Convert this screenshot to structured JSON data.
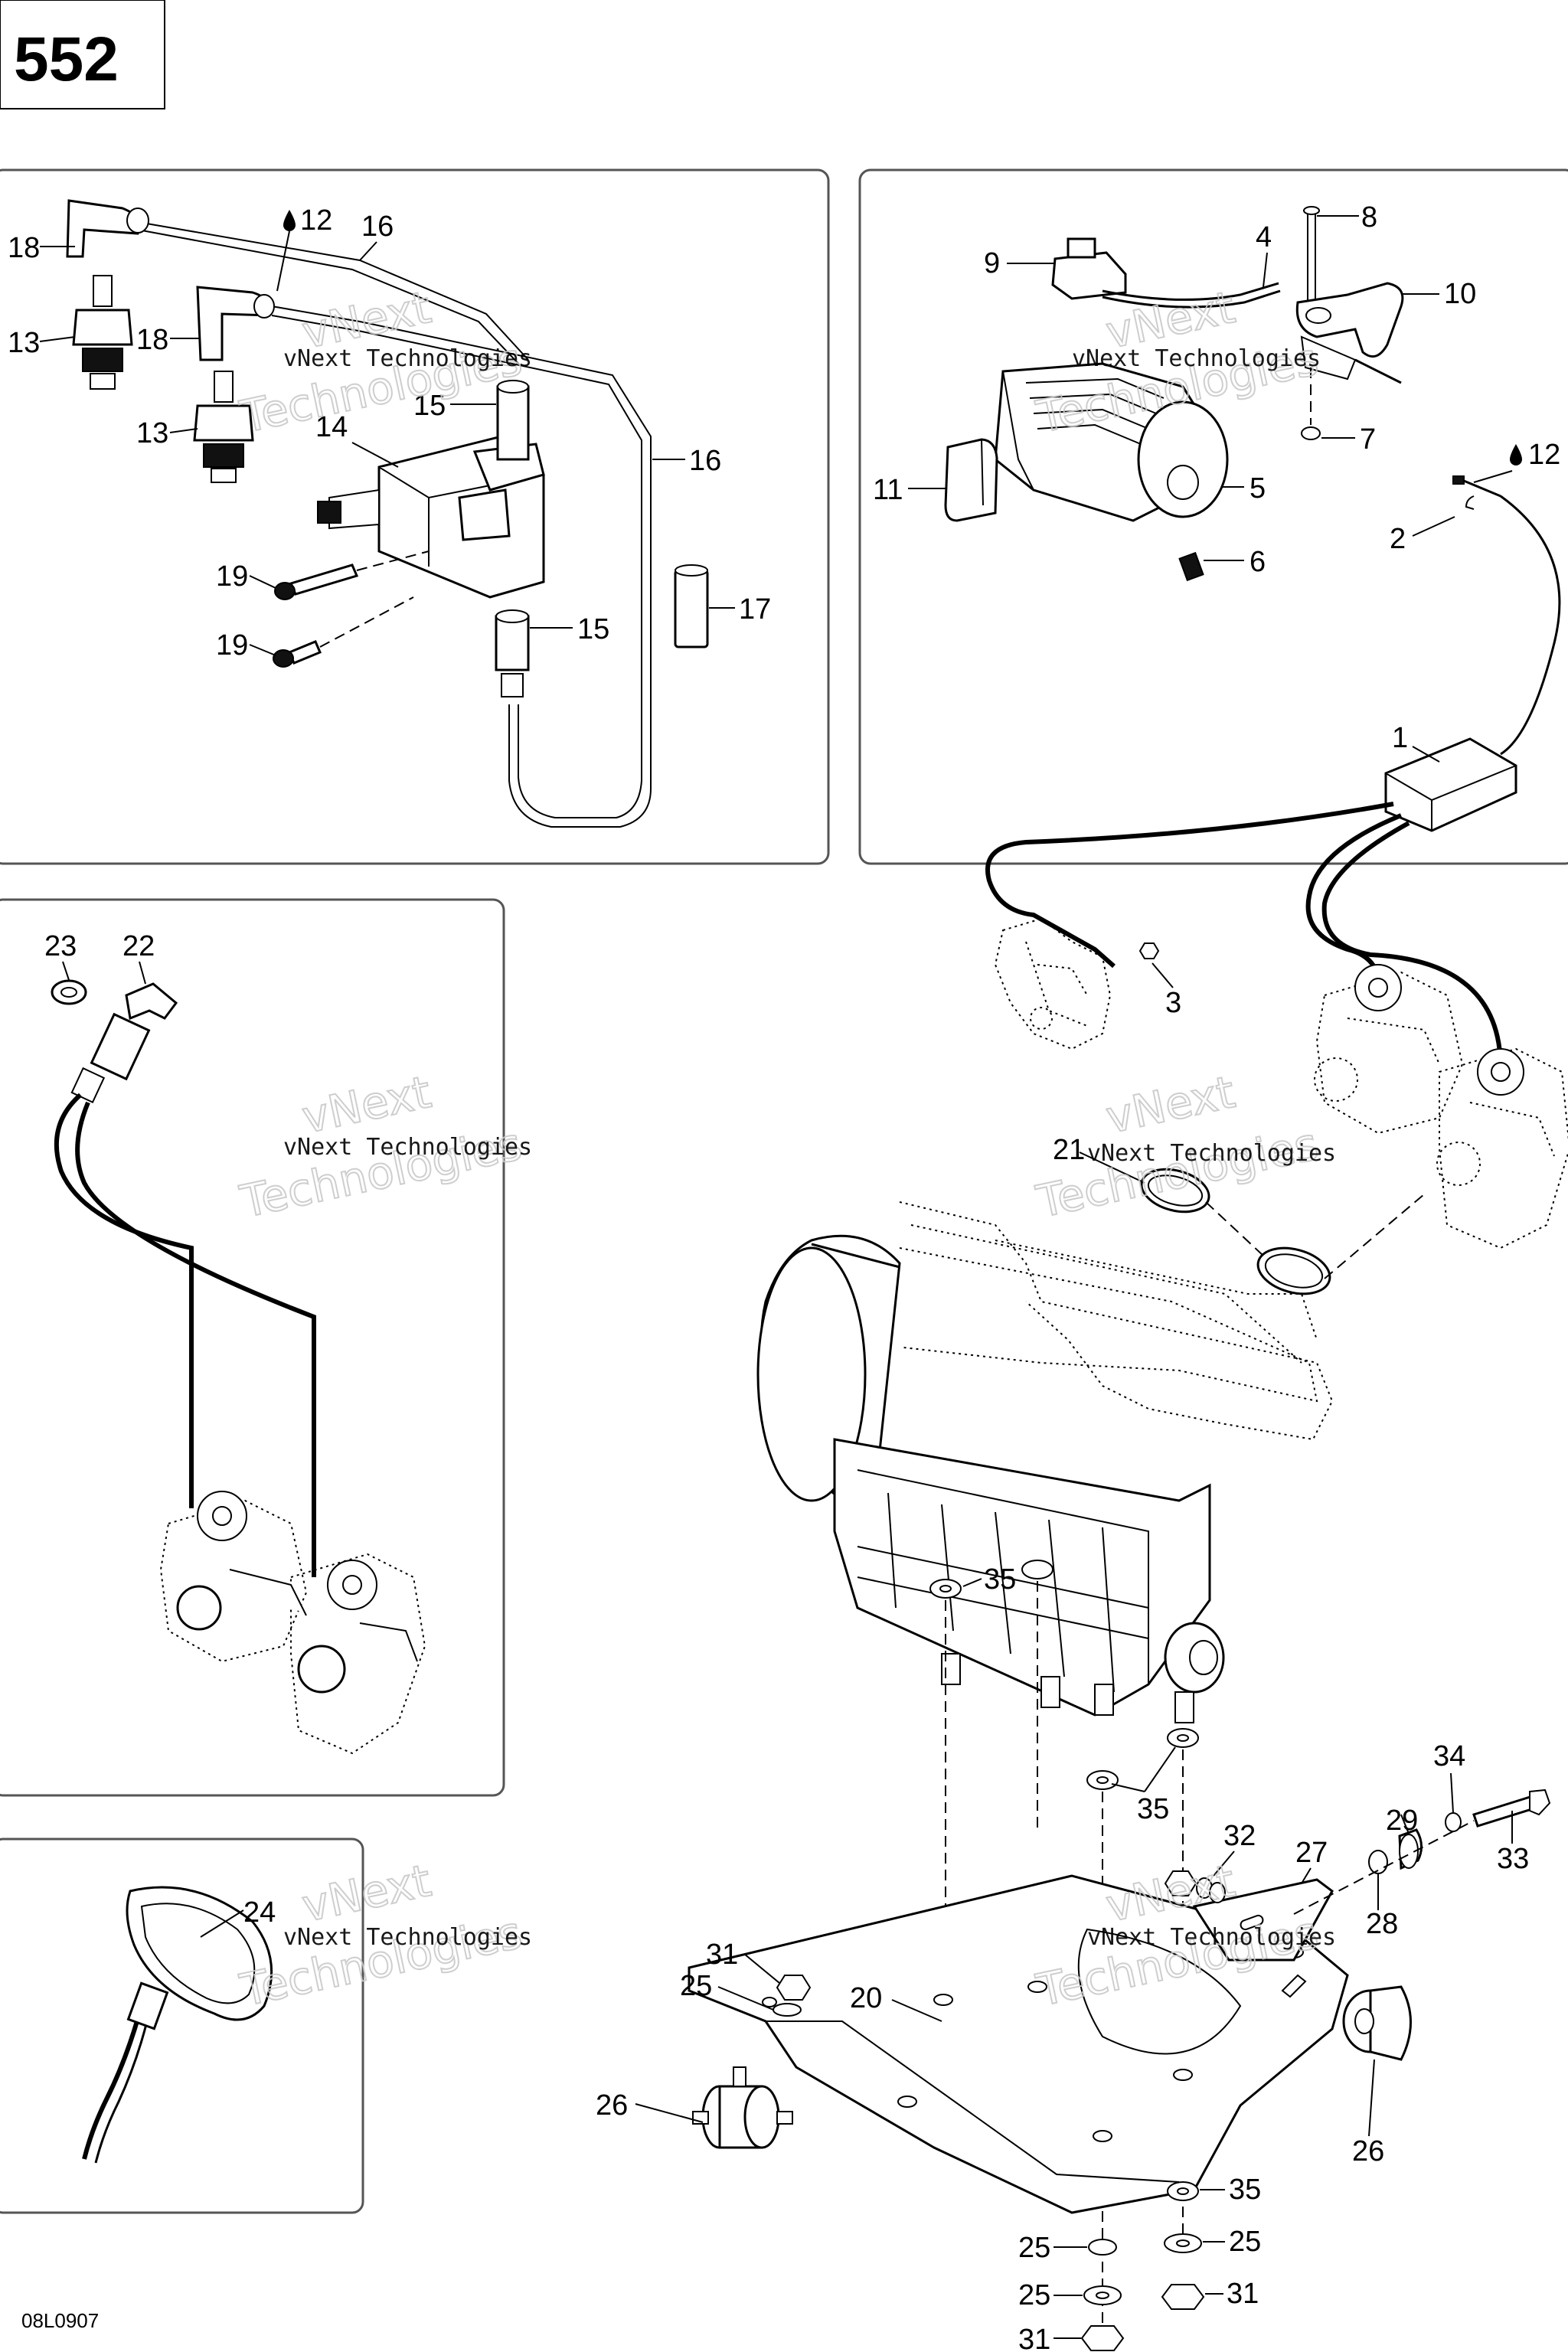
{
  "page_number": "552",
  "drawing_code": "08L0907",
  "watermark": {
    "company": "vNext Technologies",
    "large_top": "vNext",
    "large_bottom": "Technologies"
  },
  "callouts": {
    "c1": "1",
    "c2": "2",
    "c3": "3",
    "c4": "4",
    "c5": "5",
    "c6": "6",
    "c7": "7",
    "c8": "8",
    "c9": "9",
    "c10": "10",
    "c11": "11",
    "c12": "12",
    "c13": "13",
    "c14": "14",
    "c15": "15",
    "c16": "16",
    "c17": "17",
    "c18": "18",
    "c19": "19",
    "c20": "20",
    "c21": "21",
    "c22": "22",
    "c23": "23",
    "c24": "24",
    "c25": "25",
    "c26": "26",
    "c27": "27",
    "c28": "28",
    "c29": "29",
    "c31": "31",
    "c32": "32",
    "c33": "33",
    "c34": "34",
    "c35": "35"
  },
  "icons": {
    "lubricant": "oil-drop-icon"
  }
}
